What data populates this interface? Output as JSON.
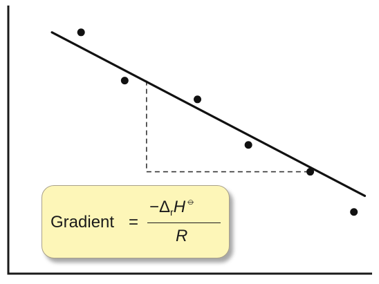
{
  "chart_data": {
    "type": "scatter",
    "title": "",
    "xlabel": "",
    "ylabel": "",
    "xlim": [
      0,
      10
    ],
    "ylim": [
      0,
      10
    ],
    "grid": false,
    "points": [
      {
        "x": 2.0,
        "y": 9.0
      },
      {
        "x": 3.2,
        "y": 7.2
      },
      {
        "x": 5.2,
        "y": 6.5
      },
      {
        "x": 6.6,
        "y": 4.8
      },
      {
        "x": 8.3,
        "y": 3.8
      },
      {
        "x": 9.5,
        "y": 2.3
      }
    ],
    "fit_line": {
      "x1": 1.2,
      "y1": 9.0,
      "x2": 9.8,
      "y2": 2.9
    },
    "gradient_triangle": {
      "x_start": 3.8,
      "x_end": 8.3,
      "y_top": 7.2,
      "y_bottom": 3.8
    },
    "colors": {
      "points": "#111111",
      "line": "#111111",
      "callout_fill": "#fdf6b8"
    }
  },
  "annotation": {
    "lhs": "Gradient",
    "equals": "=",
    "numerator_prefix": "−Δ",
    "numerator_sub": "r",
    "numerator_var": "H",
    "numerator_sup": "⦵",
    "denominator": "R"
  }
}
